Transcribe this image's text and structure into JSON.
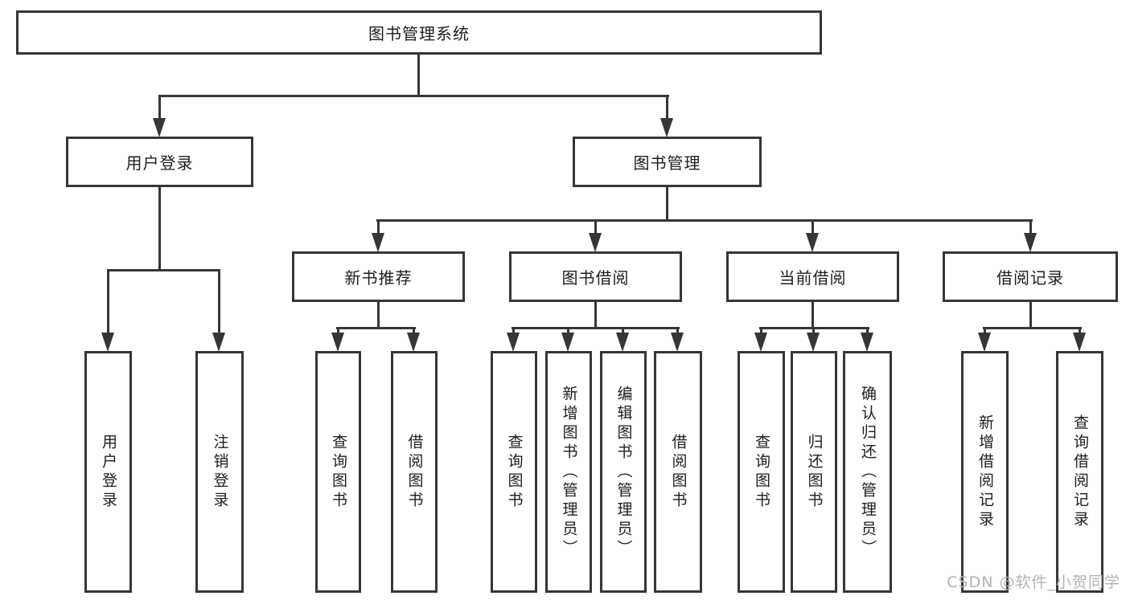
{
  "diagram": {
    "title": "图书管理系统",
    "branches": [
      {
        "label": "用户登录",
        "children": [
          {
            "label": "用户登录"
          },
          {
            "label": "注销登录"
          }
        ]
      },
      {
        "label": "图书管理",
        "children": [
          {
            "label": "新书推荐",
            "children": [
              {
                "label": "查询图书"
              },
              {
                "label": "借阅图书"
              }
            ]
          },
          {
            "label": "图书借阅",
            "children": [
              {
                "label": "查询图书"
              },
              {
                "label": "新增图书（管理员）"
              },
              {
                "label": "编辑图书（管理员）"
              },
              {
                "label": "借阅图书"
              }
            ]
          },
          {
            "label": "当前借阅",
            "children": [
              {
                "label": "查询图书"
              },
              {
                "label": "归还图书"
              },
              {
                "label": "确认归还（管理员）"
              }
            ]
          },
          {
            "label": "借阅记录",
            "children": [
              {
                "label": "新增借阅记录"
              },
              {
                "label": "查询借阅记录"
              }
            ]
          }
        ]
      }
    ]
  },
  "watermark": {
    "text": "CSDN @软件_小贺同学"
  },
  "colors": {
    "line": "#363636",
    "box_border": "#363636",
    "text": "#1e1e1e",
    "watermark": "#b3b3b3",
    "background": "#ffffff"
  }
}
